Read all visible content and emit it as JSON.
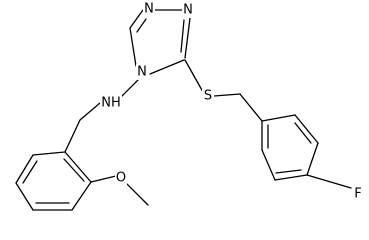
{
  "molecule": {
    "atoms": {
      "triazole_n1": "N",
      "triazole_n2": "N",
      "triazole_n4": "N",
      "sulfur": "S",
      "amine": "NH",
      "oxygen": "O",
      "fluorine": "F"
    }
  },
  "colors": {
    "bond": "#000000",
    "background": "#ffffff",
    "label": "#000000"
  }
}
